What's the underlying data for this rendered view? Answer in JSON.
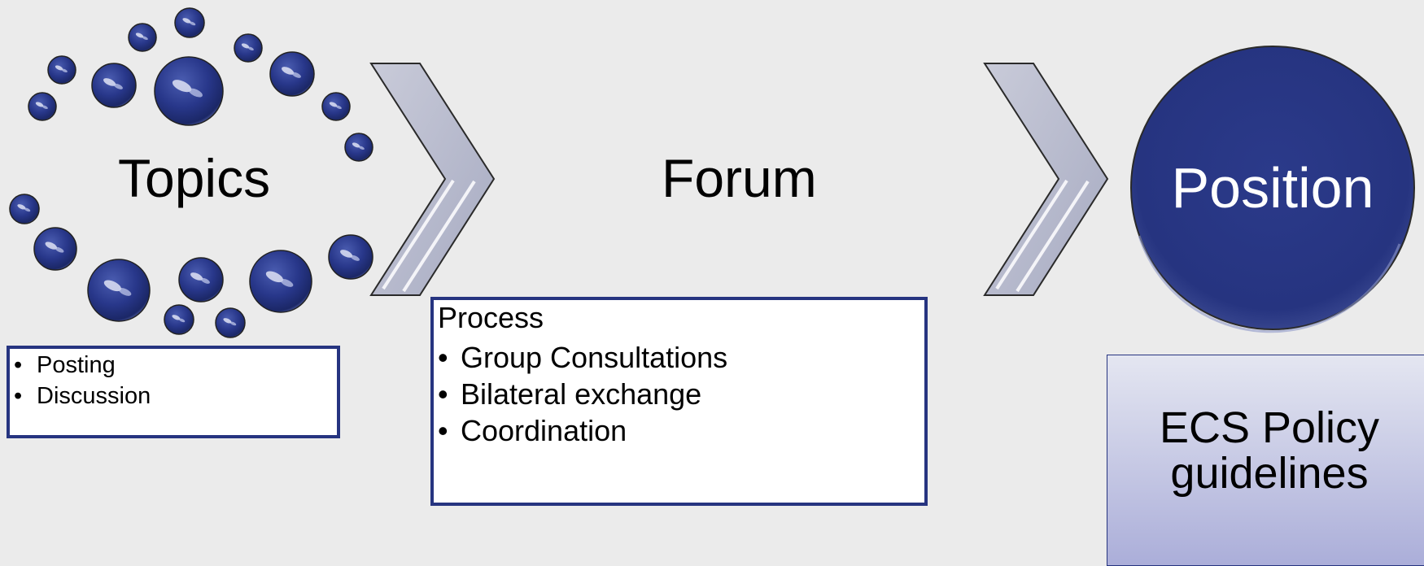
{
  "topics": {
    "title": "Topics",
    "items": [
      "Posting",
      "Discussion"
    ]
  },
  "forum": {
    "title": "Forum",
    "process_title": "Process",
    "items": [
      "Group Consultations",
      "Bilateral exchange",
      "Coordination"
    ]
  },
  "position": {
    "title": "Position",
    "guidelines": "ECS Policy\nguidelines"
  },
  "colors": {
    "background": "#ebebeb",
    "accent_navy": "#263480",
    "chevron": "#b9bccf"
  }
}
